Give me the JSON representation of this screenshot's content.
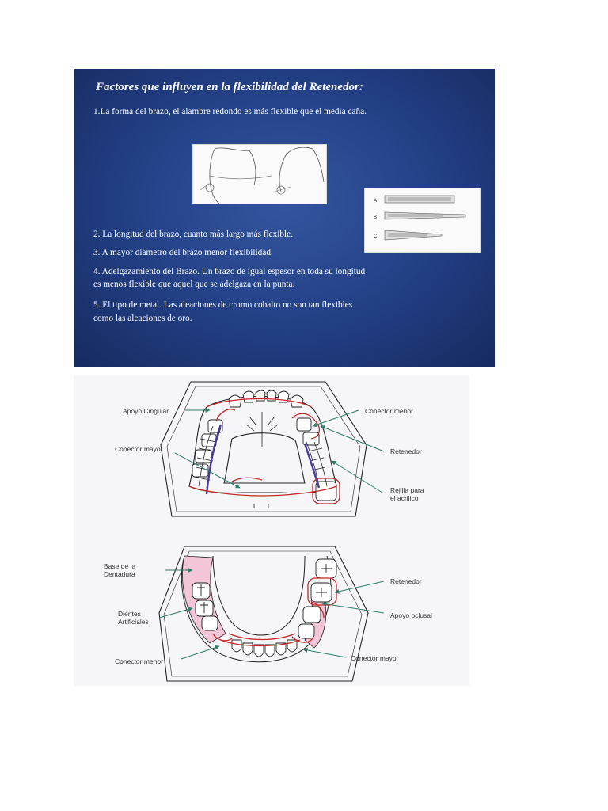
{
  "slide": {
    "title": "Factores que influyen en la flexibilidad del Retenedor:",
    "p1": "1.La forma del brazo, el alambre redondo es más flexible que el media caña.",
    "p2": "2. La longitud del brazo, cuanto más largo más flexible.",
    "p3": "3. A mayor diámetro del brazo menor flexibilidad.",
    "p4a": "4. Adelgazamiento del Brazo. Un brazo de igual espesor en toda su longitud",
    "p4b": "es menos flexible que aquel que se adelgaza en la punta.",
    "p5a": "5. El tipo de metal. Las aleaciones de cromo cobalto no son tan flexibles",
    "p5b": "como las aleaciones de oro.",
    "figure_labels": [
      "A",
      "B",
      "C"
    ]
  },
  "upper": {
    "apoyo_cingular": "Apoyo Cingular",
    "conector_menor": "Conector menor",
    "conector_mayor": "Conector mayor",
    "retenedor": "Retenedor",
    "rejilla_1": "Rejilla para",
    "rejilla_2": "el acrilico"
  },
  "lower": {
    "base_1": "Base de la",
    "base_2": "Dentadura",
    "retenedor": "Retenedor",
    "dientes_1": "Dientes",
    "dientes_2": "Artificiales",
    "apoyo_oclusal": "Apoyo oclusal",
    "conector_menor": "Conector menor",
    "conector_mayor": "Conector mayor"
  },
  "colors": {
    "slide_bg": "#25438a",
    "framework_red": "#c62828",
    "arrow_green": "#2e7d6b",
    "base_pink": "#f2c6d6",
    "grid_purple": "#4b3aa0"
  }
}
